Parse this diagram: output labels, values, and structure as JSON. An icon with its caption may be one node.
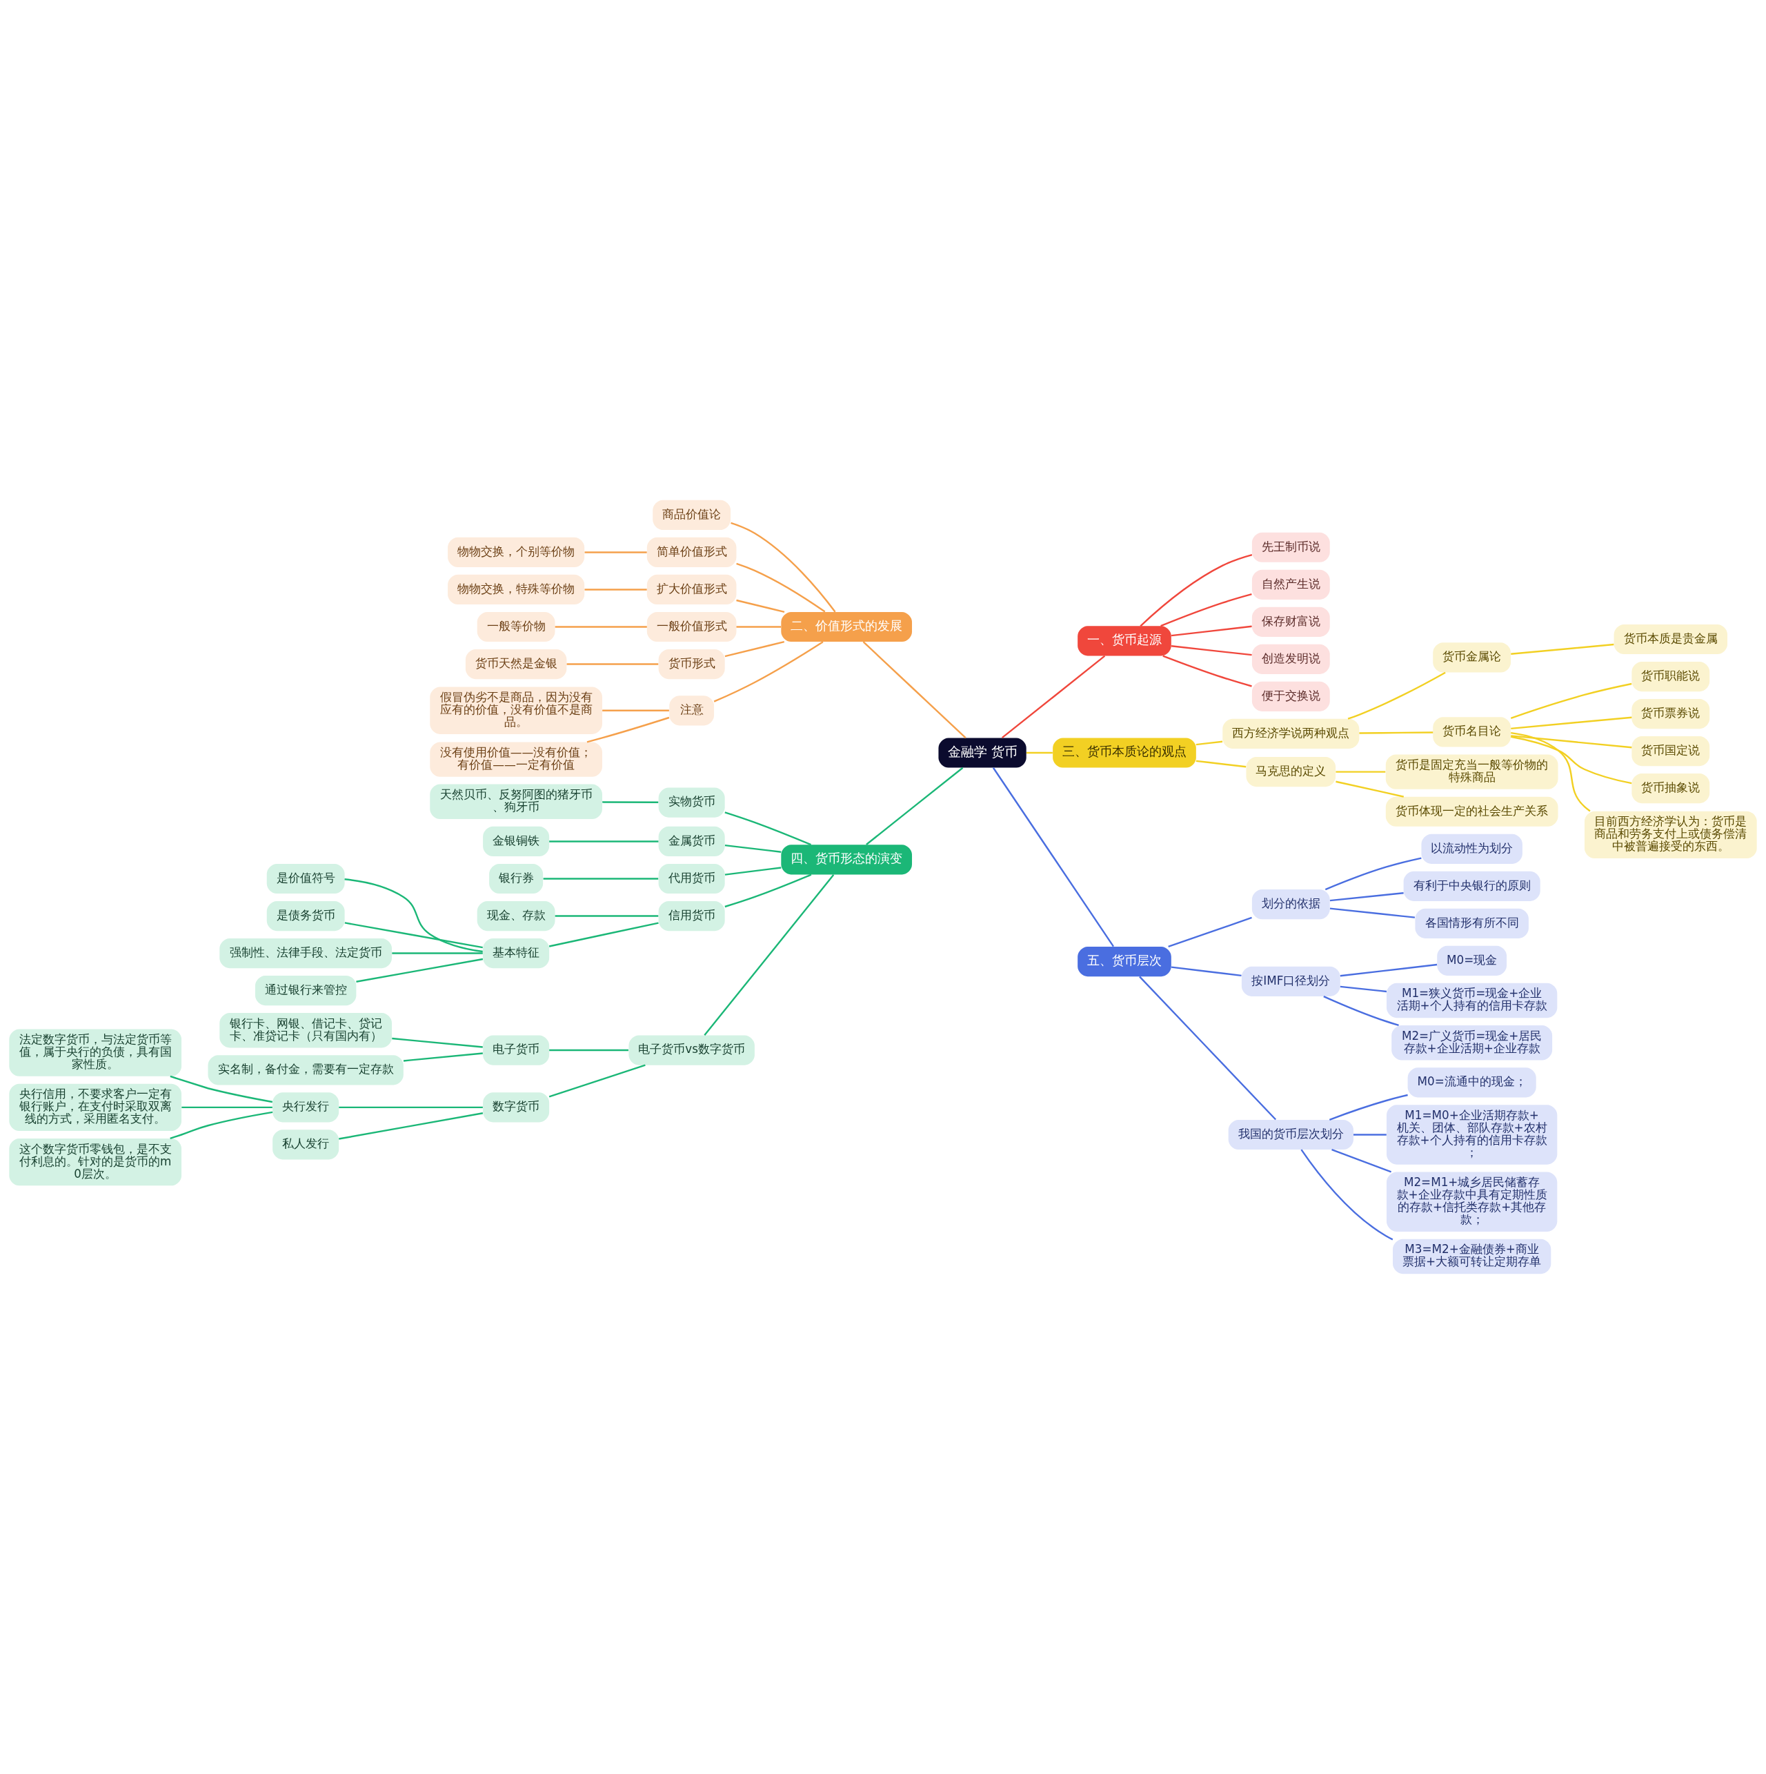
{
  "diagram": {
    "nodes": [
      {
        "text": [
          "金融学 货币"
        ]
      },
      {
        "text": [
          "一、货币起源"
        ]
      },
      {
        "text": [
          "先王制币说"
        ]
      },
      {
        "text": [
          "自然产生说"
        ]
      },
      {
        "text": [
          "保存财富说"
        ]
      },
      {
        "text": [
          "创造发明说"
        ]
      },
      {
        "text": [
          "便于交换说"
        ]
      },
      {
        "text": [
          "二、价值形式的发展"
        ]
      },
      {
        "text": [
          "商品价值论"
        ]
      },
      {
        "text": [
          "简单价值形式"
        ]
      },
      {
        "text": [
          "物物交换，个别等价物"
        ]
      },
      {
        "text": [
          "扩大价值形式"
        ]
      },
      {
        "text": [
          "物物交换，特殊等价物"
        ]
      },
      {
        "text": [
          "一般价值形式"
        ]
      },
      {
        "text": [
          "一般等价物"
        ]
      },
      {
        "text": [
          "货币形式"
        ]
      },
      {
        "text": [
          "货币天然是金银"
        ]
      },
      {
        "text": [
          "注意"
        ]
      },
      {
        "text": [
          "假冒伪劣不是商品，因为没有应有的价值，没有价值不是商品。"
        ]
      },
      {
        "text": [
          "没有使用价值——没有价值；有价值——一定有价值"
        ]
      },
      {
        "text": [
          "三、货币本质论的观点"
        ]
      },
      {
        "text": [
          "西方经济学说两种观点"
        ]
      },
      {
        "text": [
          "货币金属论"
        ]
      },
      {
        "text": [
          "货币本质是贵金属"
        ]
      },
      {
        "text": [
          "货币名目论"
        ]
      },
      {
        "text": [
          "货币职能说"
        ]
      },
      {
        "text": [
          "货币票券说"
        ]
      },
      {
        "text": [
          "货币国定说"
        ]
      },
      {
        "text": [
          "货币抽象说"
        ]
      },
      {
        "text": [
          "目前西方经济学认为：货币是商品和劳务支付上或债务偿清中被普遍接受的东西。"
        ]
      },
      {
        "text": [
          "马克思的定义"
        ]
      },
      {
        "text": [
          "货币是固定充当一般等价物的特殊商品"
        ]
      },
      {
        "text": [
          "货币体现一定的社会生产关系"
        ]
      },
      {
        "text": [
          "四、货币形态的演变"
        ]
      },
      {
        "text": [
          "实物货币"
        ]
      },
      {
        "text": [
          "天然贝币、反努阿图的猪牙币、狗牙币"
        ]
      },
      {
        "text": [
          "金属货币"
        ]
      },
      {
        "text": [
          "金银铜铁"
        ]
      },
      {
        "text": [
          "代用货币"
        ]
      },
      {
        "text": [
          "银行券"
        ]
      },
      {
        "text": [
          "信用货币"
        ]
      },
      {
        "text": [
          "现金、存款"
        ]
      },
      {
        "text": [
          "基本特征"
        ]
      },
      {
        "text": [
          "是价值符号"
        ]
      },
      {
        "text": [
          "是债务货币"
        ]
      },
      {
        "text": [
          "强制性、法律手段、法定货币"
        ]
      },
      {
        "text": [
          "通过银行来管控"
        ]
      },
      {
        "text": [
          "电子货币vs数字货币"
        ]
      },
      {
        "text": [
          "电子货币"
        ]
      },
      {
        "text": [
          "银行卡、网银、借记卡、贷记卡、准贷记卡（只有国内有）"
        ]
      },
      {
        "text": [
          "实名制，备付金，需要有一定存款"
        ]
      },
      {
        "text": [
          "数字货币"
        ]
      },
      {
        "text": [
          "央行发行"
        ]
      },
      {
        "text": [
          "法定数字货币，与法定货币等值，属于央行的负债，具有国家性质。"
        ]
      },
      {
        "text": [
          "央行信用，不要求客户一定有银行账户，在支付时采取双离线的方式，采用匿名支付。"
        ]
      },
      {
        "text": [
          "这个数字货币零钱包，是不支付利息的。针对的是货币的m0层次。"
        ]
      },
      {
        "text": [
          "私人发行"
        ]
      },
      {
        "text": [
          "五、货币层次"
        ]
      },
      {
        "text": [
          "划分的依据"
        ]
      },
      {
        "text": [
          "以流动性为划分"
        ]
      },
      {
        "text": [
          "有利于中央银行的原则"
        ]
      },
      {
        "text": [
          "各国情形有所不同"
        ]
      },
      {
        "text": [
          "按IMF口径划分"
        ]
      },
      {
        "text": [
          "M0=现金"
        ]
      },
      {
        "text": [
          "M1=狭义货币=现金+企业活期+个人持有的信用卡存款"
        ]
      },
      {
        "text": [
          "M2=广义货币=现金+居民存款+企业活期+企业存款"
        ]
      },
      {
        "text": [
          "我国的货币层次划分"
        ]
      },
      {
        "text": [
          "M0=流通中的现金；"
        ]
      },
      {
        "text": [
          "M1=M0+企业活期存款+机关、团体、部队存款+农村存款+个人持有的信用卡存款；"
        ]
      },
      {
        "text": [
          "M2=M1+城乡居民储蓄存款+企业存款中具有定期性质的存款+信托类存款+其他存款；"
        ]
      },
      {
        "text": [
          "M3=M2+金融债券+商业票据+大额可转让定期存单"
        ]
      }
    ],
    "edges": [
      {
        "from": 0,
        "to": 1,
        "arrow": "none",
        "color": "#f0473c"
      },
      {
        "from": 1,
        "to": 2,
        "arrow": "none",
        "color": "#f0473c"
      },
      {
        "from": 1,
        "to": 3,
        "arrow": "none",
        "color": "#f0473c"
      },
      {
        "from": 1,
        "to": 4,
        "arrow": "none",
        "color": "#f0473c"
      },
      {
        "from": 1,
        "to": 5,
        "arrow": "none",
        "color": "#f0473c"
      },
      {
        "from": 1,
        "to": 6,
        "arrow": "none",
        "color": "#f0473c"
      },
      {
        "from": 0,
        "to": 7,
        "arrow": "none",
        "color": "#f5a04b"
      },
      {
        "from": 7,
        "to": 8,
        "arrow": "none",
        "color": "#f5a04b"
      },
      {
        "from": 7,
        "to": 9,
        "arrow": "none",
        "color": "#f5a04b"
      },
      {
        "from": 9,
        "to": 10,
        "arrow": "none",
        "color": "#f5a04b"
      },
      {
        "from": 7,
        "to": 11,
        "arrow": "none",
        "color": "#f5a04b"
      },
      {
        "from": 11,
        "to": 12,
        "arrow": "none",
        "color": "#f5a04b"
      },
      {
        "from": 7,
        "to": 13,
        "arrow": "none",
        "color": "#f5a04b"
      },
      {
        "from": 13,
        "to": 14,
        "arrow": "none",
        "color": "#f5a04b"
      },
      {
        "from": 7,
        "to": 15,
        "arrow": "none",
        "color": "#f5a04b"
      },
      {
        "from": 15,
        "to": 16,
        "arrow": "none",
        "color": "#f5a04b"
      },
      {
        "from": 7,
        "to": 17,
        "arrow": "none",
        "color": "#f5a04b"
      },
      {
        "from": 17,
        "to": 18,
        "arrow": "none",
        "color": "#f5a04b"
      },
      {
        "from": 17,
        "to": 19,
        "arrow": "none",
        "color": "#f5a04b"
      },
      {
        "from": 0,
        "to": 20,
        "arrow": "none",
        "color": "#f2d023"
      },
      {
        "from": 20,
        "to": 21,
        "arrow": "none",
        "color": "#f2d023"
      },
      {
        "from": 21,
        "to": 22,
        "arrow": "none",
        "color": "#f2d023"
      },
      {
        "from": 22,
        "to": 23,
        "arrow": "none",
        "color": "#f2d023"
      },
      {
        "from": 21,
        "to": 24,
        "arrow": "none",
        "color": "#f2d023"
      },
      {
        "from": 24,
        "to": 25,
        "arrow": "none",
        "color": "#f2d023"
      },
      {
        "from": 24,
        "to": 26,
        "arrow": "none",
        "color": "#f2d023"
      },
      {
        "from": 24,
        "to": 27,
        "arrow": "none",
        "color": "#f2d023"
      },
      {
        "from": 24,
        "to": 28,
        "arrow": "none",
        "color": "#f2d023"
      },
      {
        "from": 24,
        "to": 29,
        "arrow": "none",
        "color": "#f2d023"
      },
      {
        "from": 20,
        "to": 30,
        "arrow": "none",
        "color": "#f2d023"
      },
      {
        "from": 30,
        "to": 31,
        "arrow": "none",
        "color": "#f2d023"
      },
      {
        "from": 30,
        "to": 32,
        "arrow": "none",
        "color": "#f2d023"
      },
      {
        "from": 0,
        "to": 33,
        "arrow": "none"
      },
      {
        "from": 33,
        "to": 34,
        "arrow": "none"
      },
      {
        "from": 34,
        "to": 35,
        "arrow": "none"
      },
      {
        "from": 33,
        "to": 36,
        "arrow": "none"
      },
      {
        "from": 36,
        "to": 37,
        "arrow": "none"
      },
      {
        "from": 33,
        "to": 38,
        "arrow": "none"
      },
      {
        "from": 38,
        "to": 39,
        "arrow": "none"
      },
      {
        "from": 33,
        "to": 40,
        "arrow": "none"
      },
      {
        "from": 40,
        "to": 41,
        "arrow": "none"
      },
      {
        "from": 40,
        "to": 42,
        "arrow": "none"
      },
      {
        "from": 42,
        "to": 43,
        "arrow": "none"
      },
      {
        "from": 42,
        "to": 44,
        "arrow": "none"
      },
      {
        "from": 42,
        "to": 45,
        "arrow": "none"
      },
      {
        "from": 42,
        "to": 46,
        "arrow": "none"
      },
      {
        "from": 33,
        "to": 47,
        "arrow": "none"
      },
      {
        "from": 47,
        "to": 48,
        "arrow": "none"
      },
      {
        "from": 48,
        "to": 49,
        "arrow": "none"
      },
      {
        "from": 48,
        "to": 50,
        "arrow": "none"
      },
      {
        "from": 47,
        "to": 51,
        "arrow": "none"
      },
      {
        "from": 51,
        "to": 52,
        "arrow": "none"
      },
      {
        "from": 52,
        "to": 53,
        "arrow": "none"
      },
      {
        "from": 52,
        "to": 54,
        "arrow": "none"
      },
      {
        "from": 52,
        "to": 55,
        "arrow": "none"
      },
      {
        "from": 51,
        "to": 56,
        "arrow": "none"
      },
      {
        "from": 0,
        "to": 57,
        "arrow": "none",
        "color": "#4a6ee0"
      },
      {
        "from": 57,
        "to": 58,
        "arrow": "none",
        "color": "#4a6ee0"
      },
      {
        "from": 58,
        "to": 59,
        "arrow": "none",
        "color": "#4a6ee0"
      },
      {
        "from": 58,
        "to": 60,
        "arrow": "none",
        "color": "#4a6ee0"
      },
      {
        "from": 58,
        "to": 61,
        "arrow": "none",
        "color": "#4a6ee0"
      },
      {
        "from": 57,
        "to": 62,
        "arrow": "none",
        "color": "#4a6ee0"
      },
      {
        "from": 62,
        "to": 63,
        "arrow": "none",
        "color": "#4a6ee0"
      },
      {
        "from": 62,
        "to": 64,
        "arrow": "none",
        "color": "#4a6ee0"
      },
      {
        "from": 62,
        "to": 65,
        "arrow": "none",
        "color": "#4a6ee0"
      },
      {
        "from": 57,
        "to": 66,
        "arrow": "none",
        "color": "#4a6ee0"
      },
      {
        "from": 66,
        "to": 67,
        "arrow": "none",
        "color": "#4a6ee0"
      },
      {
        "from": 66,
        "to": 68,
        "arrow": "none",
        "color": "#4a6ee0"
      },
      {
        "from": 66,
        "to": 69,
        "arrow": "none",
        "color": "#4a6ee0"
      },
      {
        "from": 66,
        "to": 70,
        "arrow": "none",
        "color": "#4a6ee0"
      }
    ]
  }
}
